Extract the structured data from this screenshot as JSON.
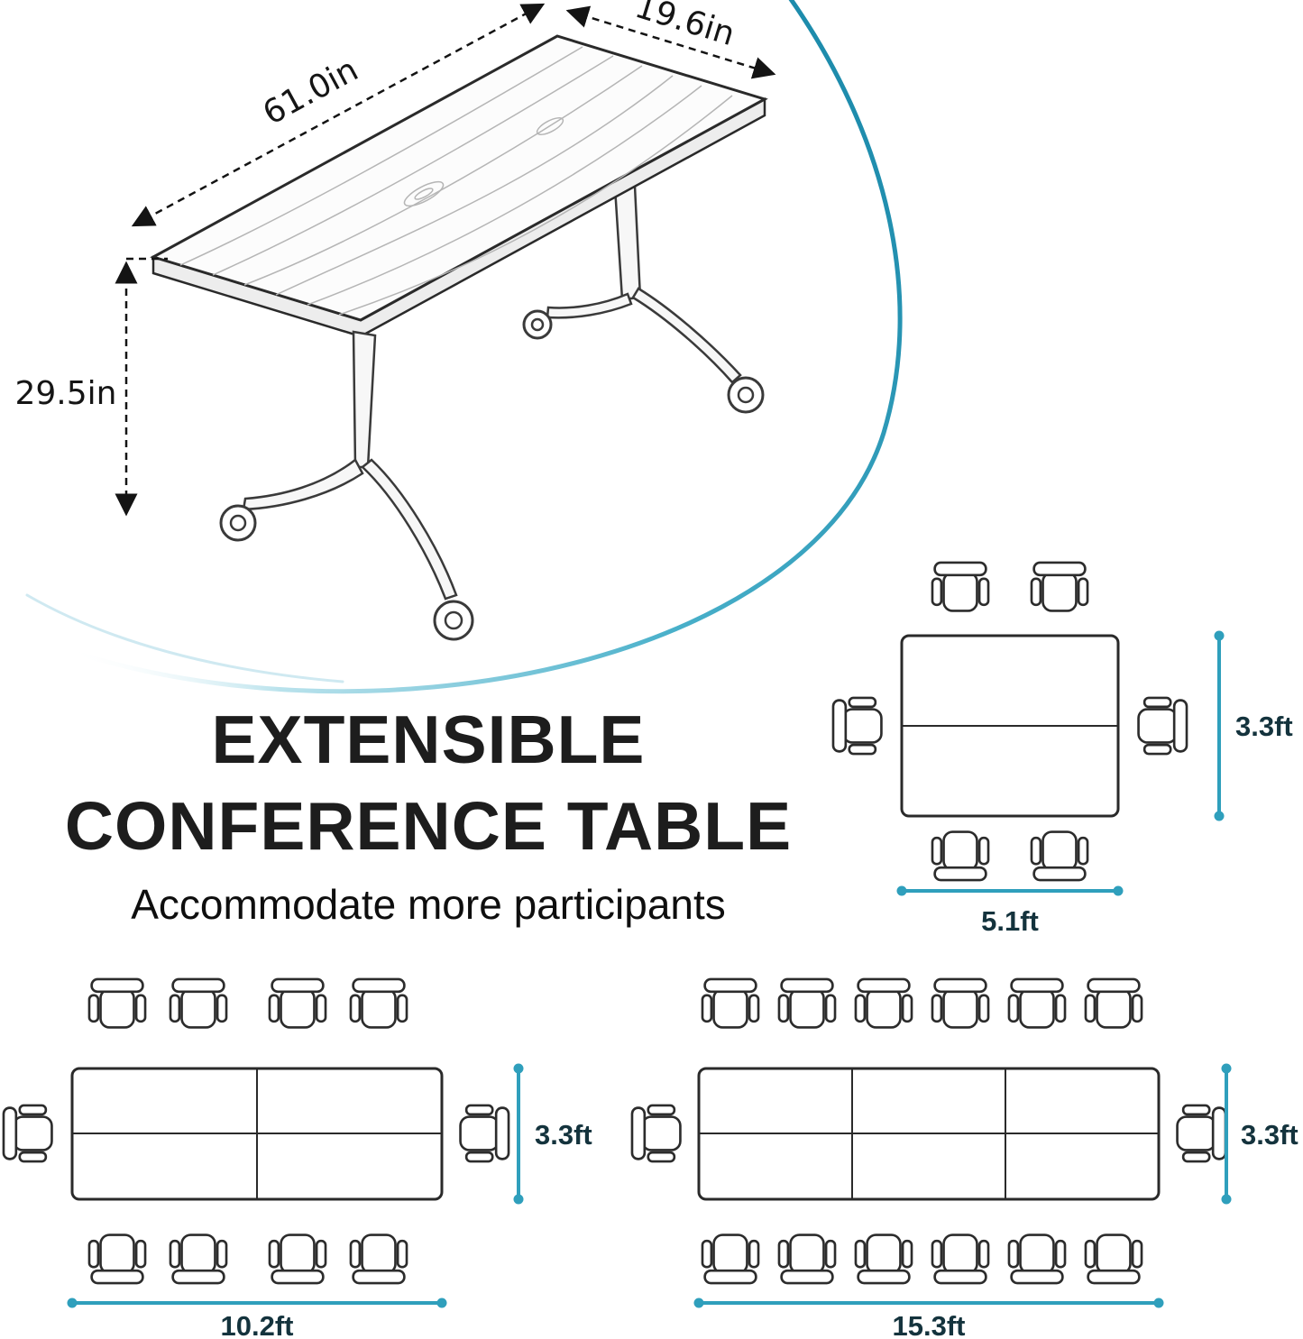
{
  "accent_color": "#2f9fbc",
  "product_drawing": {
    "length_label": "61.0in",
    "depth_label": "19.6in",
    "height_label": "29.5in"
  },
  "heading": {
    "line1": "EXTENSIBLE",
    "line2": "CONFERENCE TABLE",
    "subtitle": "Accommodate more participants"
  },
  "layouts": {
    "single": {
      "width_label": "5.1ft",
      "depth_label": "3.3ft",
      "seats": 6
    },
    "double": {
      "width_label": "10.2ft",
      "depth_label": "3.3ft",
      "seats": 10
    },
    "triple": {
      "width_label": "15.3ft",
      "depth_label": "3.3ft",
      "seats": 14
    }
  }
}
